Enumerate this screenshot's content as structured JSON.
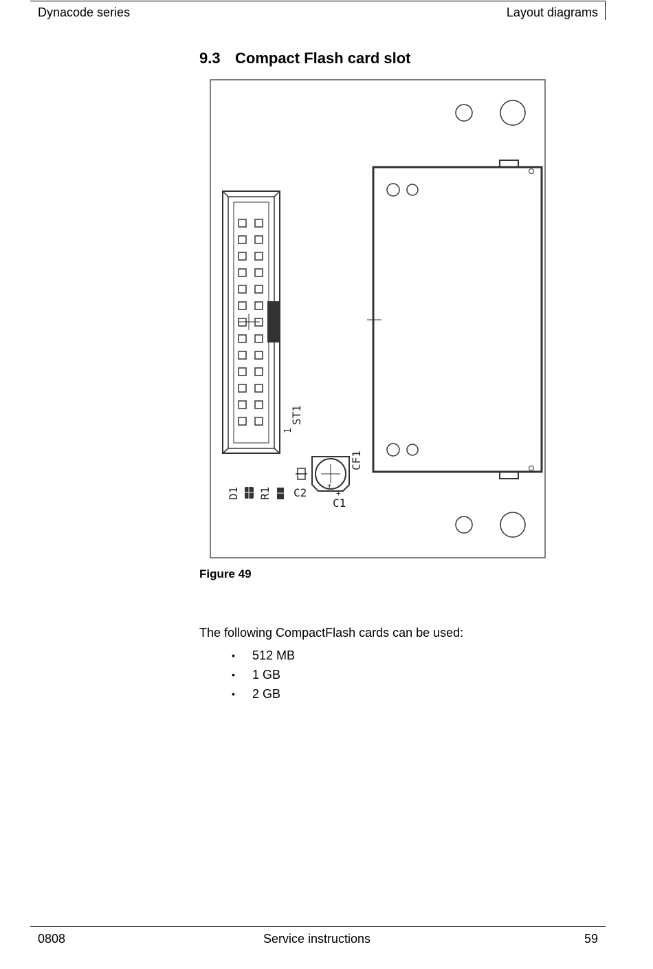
{
  "header": {
    "left": "Dynacode series",
    "right": "Layout diagrams"
  },
  "section": {
    "number": "9.3",
    "title": "Compact Flash card slot"
  },
  "figure": {
    "caption": "Figure 49",
    "labels": {
      "st1": "ST1",
      "pin1": "1",
      "cf1": "CF1",
      "c1": "C1",
      "c2": "C2",
      "d1": "D1",
      "r1": "R1",
      "plus": "+"
    }
  },
  "body": {
    "intro": "The following CompactFlash cards can be used:",
    "bullet_symbol": "•",
    "items": [
      "512 MB",
      "1 GB",
      "2 GB"
    ]
  },
  "footer": {
    "left": "0808",
    "center": "Service instructions",
    "right": "59"
  }
}
